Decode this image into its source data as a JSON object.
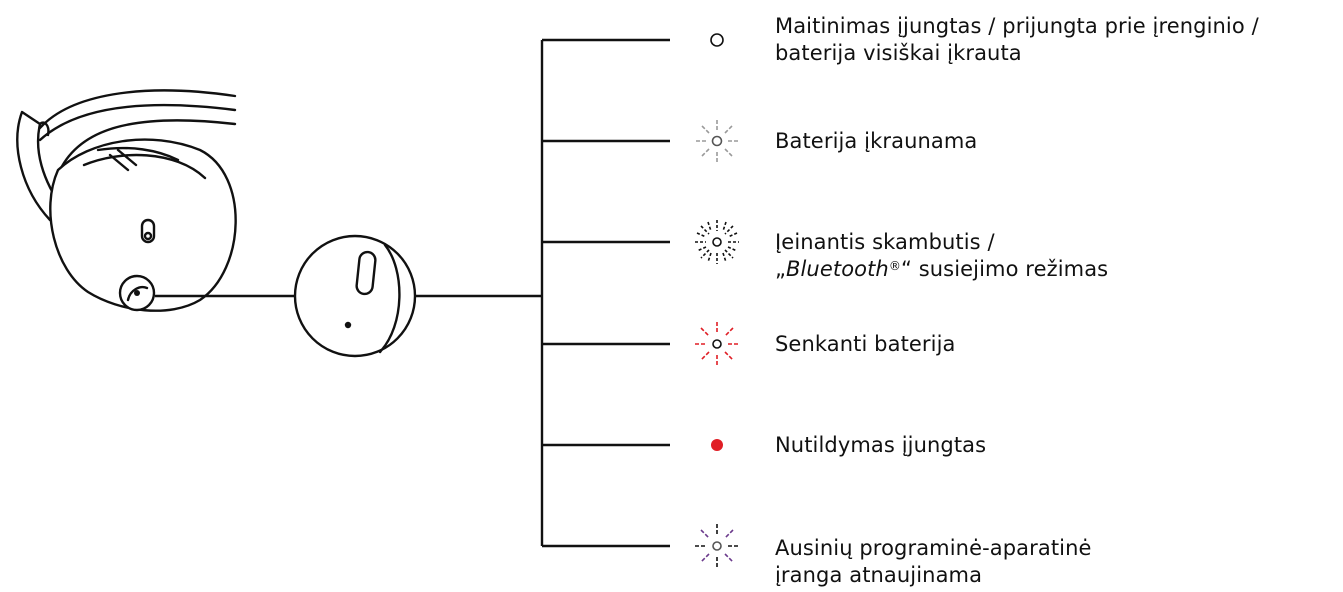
{
  "diagram": {
    "items": [
      {
        "icon": "solid-white-led-icon",
        "color": "#111111",
        "lines": [
          "Maitinimas įjungtas / prijungta prie įrenginio /",
          "baterija visiškai įkrauta"
        ]
      },
      {
        "icon": "pulsing-white-led-icon",
        "color": "#9a9a9a",
        "lines": [
          "Baterija įkraunama"
        ]
      },
      {
        "icon": "blinking-white-led-icon",
        "color": "#111111",
        "line1": "Įeinantis skambutis /",
        "line2_prefix": "„",
        "line2_brand": "Bluetooth",
        "line2_reg": "®",
        "line2_suffix": "“ susiejimo režimas"
      },
      {
        "icon": "blinking-red-led-icon",
        "color": "#e01e25",
        "lines": [
          "Senkanti baterija"
        ]
      },
      {
        "icon": "solid-red-led-icon",
        "color": "#e01e25",
        "lines": [
          "Nutildymas įjungtas"
        ]
      },
      {
        "icon": "blinking-purple-led-icon",
        "color": "#6b3a8c",
        "lines": [
          "Ausinių programinė-aparatinė",
          "įranga atnaujinama"
        ]
      }
    ]
  }
}
